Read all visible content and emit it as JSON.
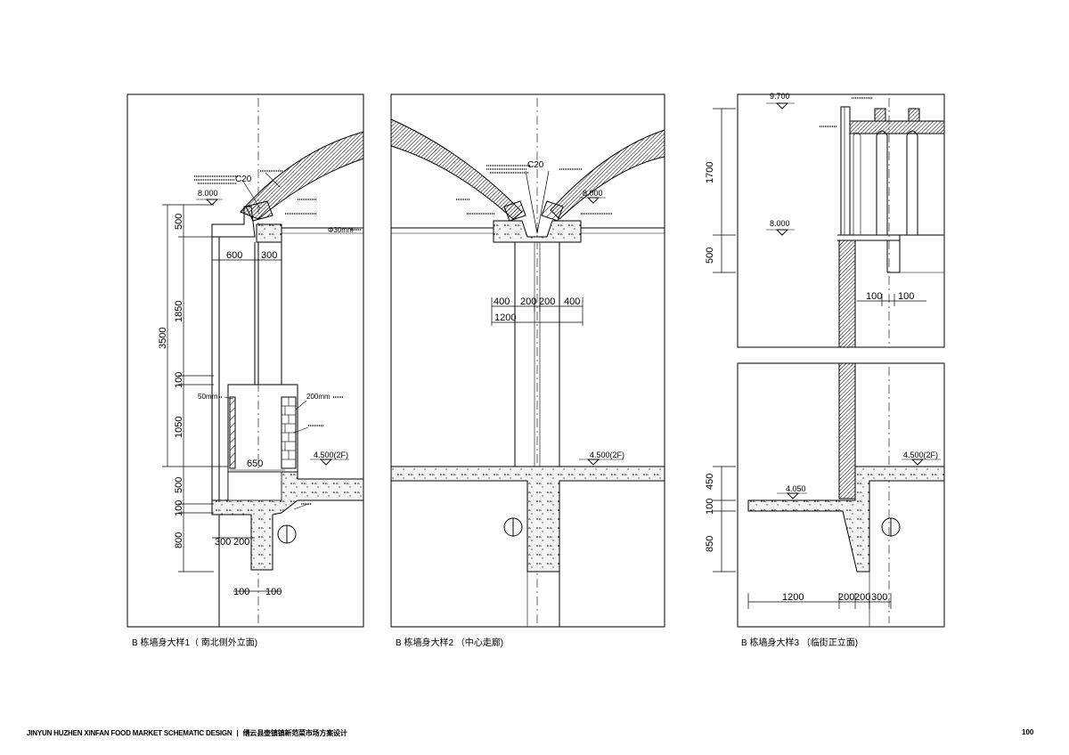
{
  "colors": {
    "line": "#000000",
    "elevation": "#555555",
    "concrete": "#f3f3f3"
  },
  "panels": {
    "p1": {
      "caption": "B 栋墙身大样1（ 南北侧外立面)",
      "dims_v": [
        "500",
        "1850",
        "100",
        "1050",
        "500",
        "100",
        "800"
      ],
      "dim_total": "3500",
      "dims_h_top": [
        "600",
        "300"
      ],
      "dims_h_box": "650",
      "dims_h_base": [
        "300",
        "200"
      ],
      "dims_h_bottom": [
        "100",
        "100"
      ],
      "level_top": "8.000",
      "level_2f": "4.500(2F)",
      "c20": "C20",
      "pipe_note": "Φ30mm",
      "note_50mm": "50mm",
      "note_200mm": "200mm"
    },
    "p2": {
      "caption": "B 栋墙身大样2 （中心走廊)",
      "dims_h": [
        "400",
        "200",
        "200",
        "400"
      ],
      "dim_total": "1200",
      "level_top": "8.000",
      "level_2f": "4.500(2F)",
      "c20": "C20"
    },
    "p3": {
      "caption": "B 栋墙身大样3 （临街正立面)",
      "dims_v_top": [
        "1700",
        "500"
      ],
      "dims_h_top": [
        "100",
        "100"
      ],
      "level_top": "9.700",
      "level_mid": "8.000",
      "dims_v_bottom": [
        "450",
        "100",
        "850"
      ],
      "dims_h_bottom": [
        "1200",
        "200",
        "200",
        "300"
      ],
      "level_2f": "4.500(2F)",
      "level_low": "4.050"
    }
  },
  "footer": {
    "title": "JINYUN HUZHEN XINFAN FOOD MARKET SCHEMATIC DESIGN",
    "separator": "|",
    "subtitle": "缙云县壶镇镇新范菜市场方案设计",
    "page": "100"
  }
}
